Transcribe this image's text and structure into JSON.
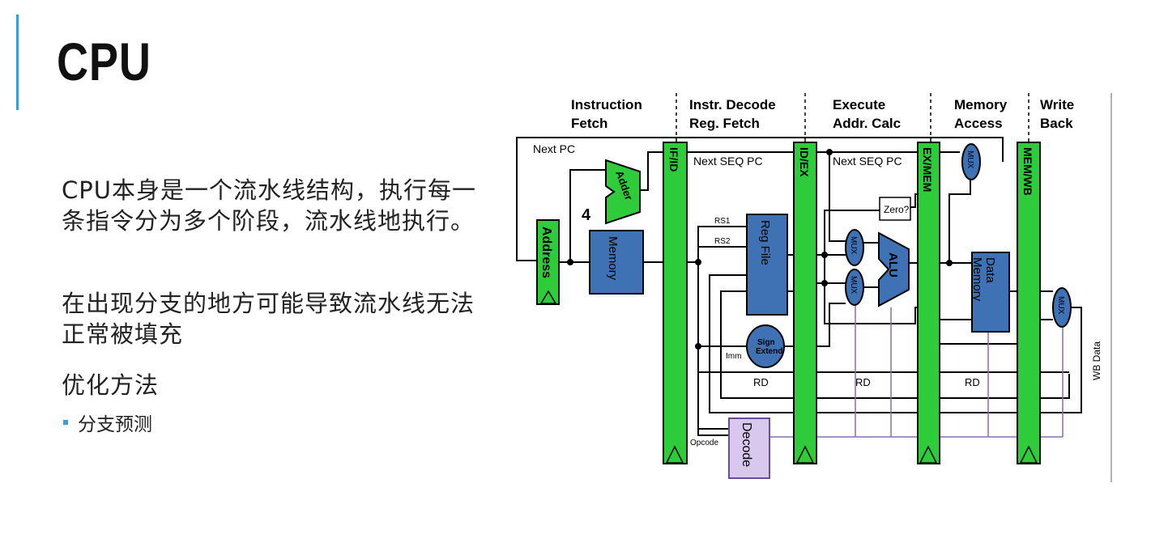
{
  "slide": {
    "title": "CPU",
    "paragraphs": [
      "CPU本身是一个流水线结构，执行每一条指令分为多个阶段，流水线地执行。",
      "在出现分支的地方可能导致流水线无法正常被填充",
      "优化方法"
    ],
    "bullet": "分支预测"
  },
  "diagram": {
    "stages": [
      [
        "Instruction",
        "Fetch"
      ],
      [
        "Instr. Decode",
        "Reg. Fetch"
      ],
      [
        "Execute",
        "Addr. Calc"
      ],
      [
        "Memory",
        "Access"
      ],
      [
        "Write",
        "Back"
      ]
    ],
    "pipeline_registers": [
      "IF/ID",
      "ID/EX",
      "EX/MEM",
      "MEM/WB"
    ],
    "blocks": {
      "address": "Address",
      "memory": "Memory",
      "adder": "Adder",
      "reg_file": "Reg File",
      "alu": "ALU",
      "data_memory": [
        "Data",
        "Memory"
      ],
      "zero": "Zero?",
      "sign_extend": [
        "Sign",
        "Extend"
      ],
      "decode": "Decode",
      "mux": "MUX"
    },
    "labels": {
      "next_pc": "Next PC",
      "next_seq_pc": "Next SEQ PC",
      "four": "4",
      "rs1": "RS1",
      "rs2": "RS2",
      "imm": "Imm",
      "rd": "RD",
      "opcode": "Opcode",
      "wb_data": "WB Data"
    },
    "colors": {
      "pipeline_green": "#2ecc3a",
      "block_blue": "#3f72b4",
      "decode_purple": "#d9c8ee",
      "control_line": "#8c6bb5",
      "accent": "#3a9fd6"
    }
  }
}
